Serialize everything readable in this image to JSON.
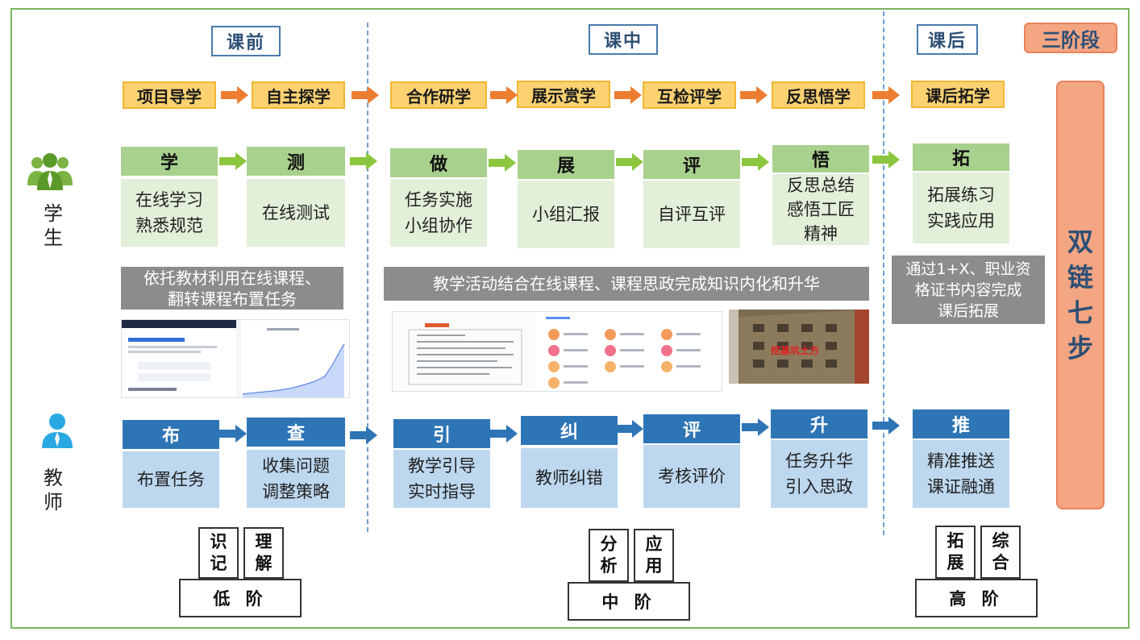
{
  "stages": {
    "before": "课前",
    "during": "课中",
    "after": "课后"
  },
  "three_stages_label": "三阶段",
  "steps": [
    "项目导学",
    "自主探学",
    "合作研学",
    "展示赏学",
    "互检评学",
    "反思悟学",
    "课后拓学"
  ],
  "student": {
    "label": [
      "学",
      "生"
    ],
    "cards": [
      {
        "head": "学",
        "lines": [
          "在线学习",
          "熟悉规范"
        ]
      },
      {
        "head": "测",
        "lines": [
          "在线测试"
        ]
      },
      {
        "head": "做",
        "lines": [
          "任务实施",
          "小组协作"
        ]
      },
      {
        "head": "展",
        "lines": [
          "小组汇报"
        ]
      },
      {
        "head": "评",
        "lines": [
          "自评互评"
        ]
      },
      {
        "head": "悟",
        "lines": [
          "反思总结",
          "感悟工匠",
          "精神"
        ]
      },
      {
        "head": "拓",
        "lines": [
          "拓展练习",
          "实践应用"
        ]
      }
    ]
  },
  "teacher": {
    "label": [
      "教",
      "师"
    ],
    "cards": [
      {
        "head": "布",
        "lines": [
          "布置任务"
        ]
      },
      {
        "head": "查",
        "lines": [
          "收集问题",
          "调整策略"
        ]
      },
      {
        "head": "引",
        "lines": [
          "教学引导",
          "实时指导"
        ]
      },
      {
        "head": "纠",
        "lines": [
          "教师纠错"
        ]
      },
      {
        "head": "评",
        "lines": [
          "考核评价"
        ]
      },
      {
        "head": "升",
        "lines": [
          "任务升华",
          "引入思政"
        ]
      },
      {
        "head": "推",
        "lines": [
          "精准推送",
          "课证融通"
        ]
      }
    ]
  },
  "notes": {
    "before": [
      "依托教材利用在线课程、",
      "翻转课程布置任务"
    ],
    "during": [
      "教学活动结合在线课程、课程思政完成知识内化和升华"
    ],
    "after": [
      "通过1+X、职业资",
      "格证书内容完成",
      "课后拓展"
    ]
  },
  "screenshot_caption": "挖基坑土方",
  "dual_chain": [
    "双",
    "链",
    "七",
    "步"
  ],
  "levels": {
    "low": {
      "label": "低 阶",
      "tags": [
        [
          "识",
          "记"
        ],
        [
          "理",
          "解"
        ]
      ]
    },
    "mid": {
      "label": "中 阶",
      "tags": [
        [
          "分",
          "析"
        ],
        [
          "应",
          "用"
        ]
      ]
    },
    "high": {
      "label": "高 阶",
      "tags": [
        [
          "拓",
          "展"
        ],
        [
          "综",
          "合"
        ]
      ]
    }
  },
  "colors": {
    "green_head": "#a9d18e",
    "green_body": "#e2efd9",
    "blue_head": "#2e75b6",
    "blue_body": "#bdd7ee",
    "step_fill": "#fcd271",
    "accent_orange": "#f4a582",
    "arrow_orange": "#ed7d31",
    "arrow_green": "#8cc63f",
    "arrow_blue": "#2e75b6"
  },
  "icons": {
    "student": "group-people-icon",
    "teacher": "person-icon"
  }
}
